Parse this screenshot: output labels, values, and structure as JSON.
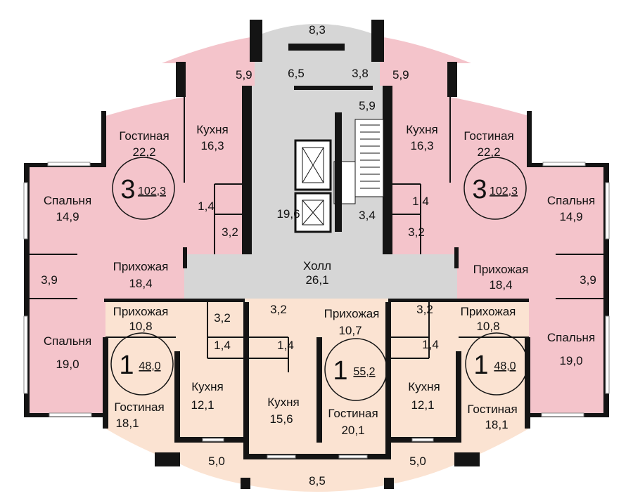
{
  "colors": {
    "three_room": "#f4c4cb",
    "one_room": "#fbe3d2",
    "common": "#d6d6d6",
    "wall": "#141414",
    "balcony_upper": "#f4c4cb",
    "balcony_lower": "#fbe3d2"
  },
  "balconies": {
    "top_center": "8,3",
    "top_left": "5,9",
    "top_right": "5,9",
    "bottom_center": "8,5",
    "bottom_left": "5,0",
    "bottom_right": "5,0"
  },
  "common": {
    "hall_label": "Холл",
    "hall_area": "26,1",
    "elevator_lobby": "19,6",
    "stair": "3,4",
    "corridor_left": "6,5",
    "corridor_right": "3,8",
    "vestibule": "5,9"
  },
  "apt_3_left": {
    "rooms": "3",
    "total": "102,3",
    "living_label": "Гостиная",
    "living_area": "22,2",
    "kitchen_label": "Кухня",
    "kitchen_area": "16,3",
    "bedroom1_label": "Спальня",
    "bedroom1_area": "14,9",
    "bedroom2_label": "Спальня",
    "bedroom2_area": "19,0",
    "hallway_label": "Прихожая",
    "hallway_area": "18,4",
    "storage": "3,9",
    "wc": "1,4",
    "bath": "3,2"
  },
  "apt_3_right": {
    "rooms": "3",
    "total": "102,3",
    "living_label": "Гостиная",
    "living_area": "22,2",
    "kitchen_label": "Кухня",
    "kitchen_area": "16,3",
    "bedroom1_label": "Спальня",
    "bedroom1_area": "14,9",
    "bedroom2_label": "Спальня",
    "bedroom2_area": "19,0",
    "hallway_label": "Прихожая",
    "hallway_area": "18,4",
    "storage": "3,9",
    "wc": "1,4",
    "bath": "3,2"
  },
  "apt_1_left": {
    "rooms": "1",
    "total": "48,0",
    "hallway_label": "Прихожая",
    "hallway_area": "10,8",
    "kitchen_label": "Кухня",
    "kitchen_area": "12,1",
    "living_label": "Гостиная",
    "living_area": "18,1",
    "bath": "3,2",
    "wc": "1,4"
  },
  "apt_1_center": {
    "rooms": "1",
    "total": "55,2",
    "hallway_label": "Прихожая",
    "hallway_area": "10,7",
    "kitchen_label": "Кухня",
    "kitchen_area": "15,6",
    "living_label": "Гостиная",
    "living_area": "20,1",
    "bath": "3,2",
    "wc": "1,4"
  },
  "apt_1_right": {
    "rooms": "1",
    "total": "48,0",
    "hallway_label": "Прихожая",
    "hallway_area": "10,8",
    "kitchen_label": "Кухня",
    "kitchen_area": "12,1",
    "living_label": "Гостиная",
    "living_area": "18,1",
    "bath": "3,2",
    "wc": "1,4"
  }
}
